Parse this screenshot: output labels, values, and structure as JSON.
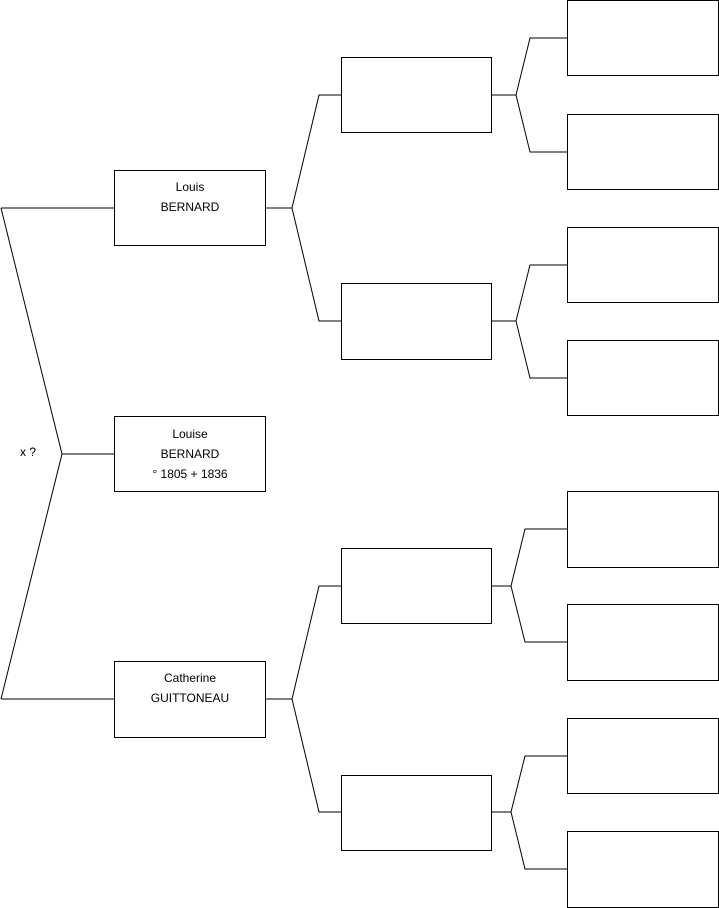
{
  "marriage_label": "x ?",
  "subject": {
    "first_name": "Louise",
    "last_name": "BERNARD",
    "dates": "° 1805 + 1836"
  },
  "father": {
    "first_name": "Louis",
    "last_name": "BERNARD"
  },
  "mother": {
    "first_name": "Catherine",
    "last_name": "GUITTONEAU"
  },
  "grandparents": [
    {
      "label": ""
    },
    {
      "label": ""
    },
    {
      "label": ""
    },
    {
      "label": ""
    }
  ],
  "great_grandparents": [
    {
      "label": ""
    },
    {
      "label": ""
    },
    {
      "label": ""
    },
    {
      "label": ""
    },
    {
      "label": ""
    },
    {
      "label": ""
    },
    {
      "label": ""
    },
    {
      "label": ""
    }
  ]
}
